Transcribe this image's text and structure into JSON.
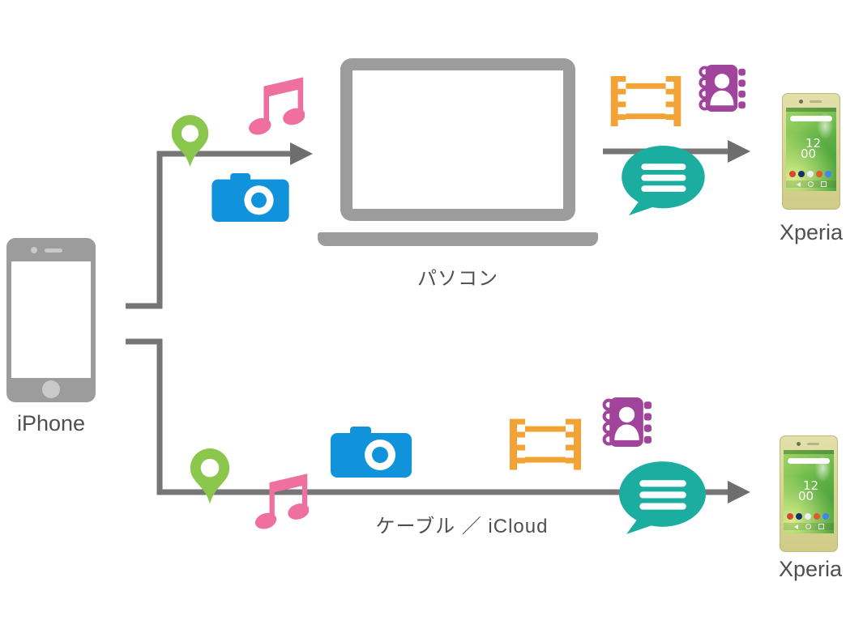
{
  "diagram": {
    "source": {
      "label": "iPhone"
    },
    "paths": [
      {
        "name": "via-pc",
        "via_label": "パソコン",
        "target_label": "Xperia",
        "data_icons_before": [
          "location-pin",
          "music-note",
          "camera"
        ],
        "data_icons_after": [
          "film-video",
          "address-book",
          "message-bubble"
        ]
      },
      {
        "name": "via-cable-icloud",
        "via_label": "ケーブル ／ iCloud",
        "target_label": "Xperia",
        "data_icons": [
          "location-pin",
          "music-note",
          "camera",
          "film-video",
          "address-book",
          "message-bubble"
        ]
      }
    ],
    "xperia_screen": {
      "clock_hour": "12",
      "clock_min": "00"
    },
    "colors": {
      "connector_gray": "#767676",
      "device_gray": "#9c9c9c",
      "label_text": "#4f4f4f",
      "location_pin_green": "#8cc74d",
      "music_pink": "#ef6f9f",
      "camera_blue": "#1193dc",
      "film_orange": "#f3a236",
      "address_book_purple": "#a0459b",
      "bubble_teal": "#1baea0",
      "xperia_lime_gold": "#d6d293"
    }
  }
}
